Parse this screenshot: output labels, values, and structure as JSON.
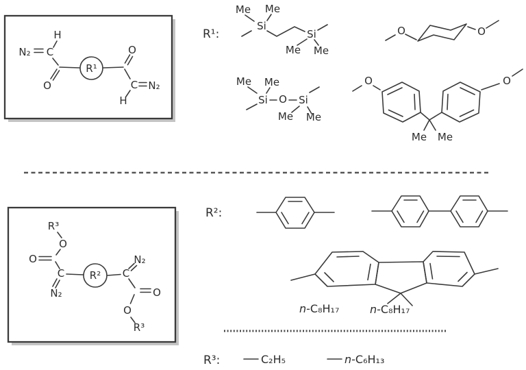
{
  "figure": {
    "background": "#ffffff",
    "ink": "#3a3a3a",
    "top_section": {
      "monomer_box": {
        "h_top": "H",
        "n2_left": "N₂",
        "c_left": "C",
        "o_left": "O",
        "core": "R¹",
        "o_right": "O",
        "c_right": "C",
        "n2_right": "N₂",
        "h_bottom": "H"
      },
      "r1_heading": "R¹:",
      "bis_silyl_ethane": {
        "me_tl": "Me",
        "me_tr": "Me",
        "si_left": "Si",
        "si_right": "Si",
        "me_bl": "Me",
        "me_br": "Me"
      },
      "dimethoxy_cyclohexane": {
        "o_left": "O",
        "o_right": "O"
      },
      "disiloxane": {
        "me_tl": "Me",
        "me_tr": "Me",
        "si_left": "Si",
        "o_center": "O",
        "si_right": "Si",
        "me_bl": "Me",
        "me_br": "Me"
      },
      "bisphenol_dimethyl": {
        "o_left": "O",
        "o_right": "O",
        "me_left": "Me",
        "me_right": "Me"
      }
    },
    "bottom_section": {
      "monomer_box": {
        "r3_top": "R³",
        "o_ester_top": "O",
        "o_carbonyl_left": "O",
        "c_left": "C",
        "n2_left": "N₂",
        "core": "R²",
        "c_right": "C",
        "n2_right": "N₂",
        "o_carbonyl_right": "O",
        "o_ester_bottom": "O",
        "r3_bottom": "R³"
      },
      "r2_heading": "R²:",
      "fluorene": {
        "octyl_left_n": "n",
        "octyl_left_chain": "-C₈H₁₇",
        "octyl_right_n": "n",
        "octyl_right_chain": "-C₈H₁₇"
      },
      "r3_heading": "R³:",
      "r3_ethyl": "C₂H₅",
      "r3_hexyl_n": "n",
      "r3_hexyl_chain": "-C₆H₁₃"
    }
  }
}
